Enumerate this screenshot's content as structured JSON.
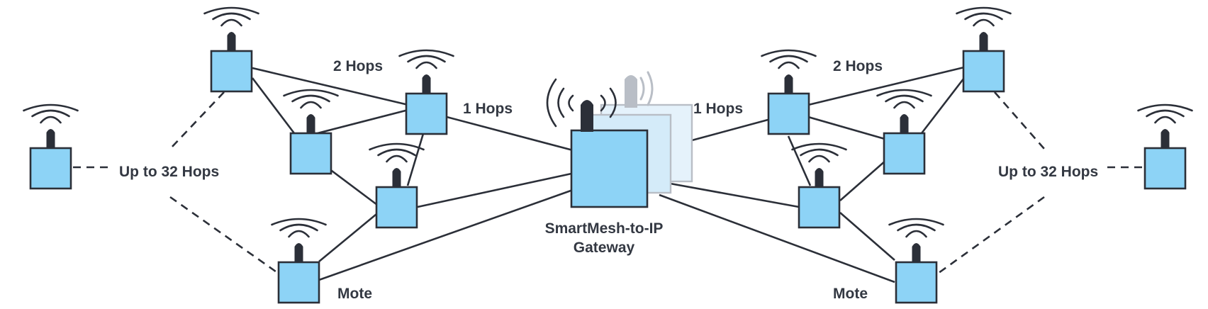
{
  "labels": {
    "hops_2": "2 Hops",
    "hops_1": "1 Hops",
    "up_to_32": "Up to 32 Hops",
    "mote": "Mote",
    "gateway_line1": "SmartMesh-to-IP",
    "gateway_line2": "Gateway"
  },
  "colors": {
    "node_fill": "#8dd3f6",
    "stroke": "#2b2f38",
    "text": "#333842",
    "gateway_back_fill": "#d9ecf8",
    "gateway_back_stroke": "#b9bec6",
    "gateway_ghost_antenna": "#b9bec6"
  },
  "icons": {
    "mote": "wireless-mote-icon",
    "gateway": "wireless-gateway-icon",
    "signal": "wifi-signal-icon"
  }
}
